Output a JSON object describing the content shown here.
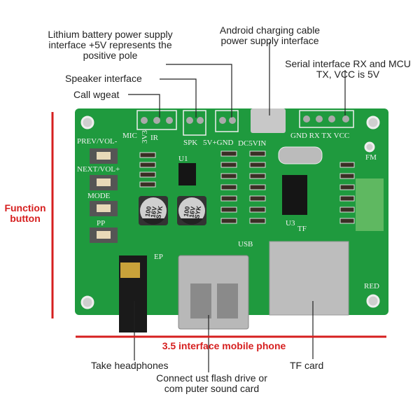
{
  "callouts": {
    "lithium": "Lithium battery power supply interface +5V represents the positive pole",
    "lithium_lines": [
      "Lithium battery power supply",
      "interface +5V represents the",
      "positive pole"
    ],
    "android_lines": [
      "Android charging cable",
      "power supply interface"
    ],
    "serial_lines": [
      "Serial interface RX and MCU",
      "TX, VCC is 5V"
    ],
    "speaker": "Speaker interface",
    "call": "Call wgeat",
    "function_lines": [
      "Function",
      "button"
    ],
    "interface_35": "3.5 interface mobile phone",
    "headphones": "Take headphones",
    "usb_lines": [
      "Connect ust flash drive or",
      "com puter sound card"
    ],
    "tf": "TF card"
  },
  "board": {
    "silkscreen": [
      "PREV/VOL-",
      "NEXT/VOL+",
      "MODE",
      "PP",
      "MIC",
      "3V3",
      "IR",
      "SPK",
      "5V+GND",
      "DC5VIN",
      "GND RX TX VCC",
      "FM",
      "USB",
      "TF",
      "EP",
      "RED",
      "U1",
      "U3"
    ],
    "capacitor_text": [
      "100",
      "16V",
      "SYK"
    ]
  },
  "colors": {
    "pcb": "#1f9a3e",
    "annotation_red": "#d61f1f"
  }
}
